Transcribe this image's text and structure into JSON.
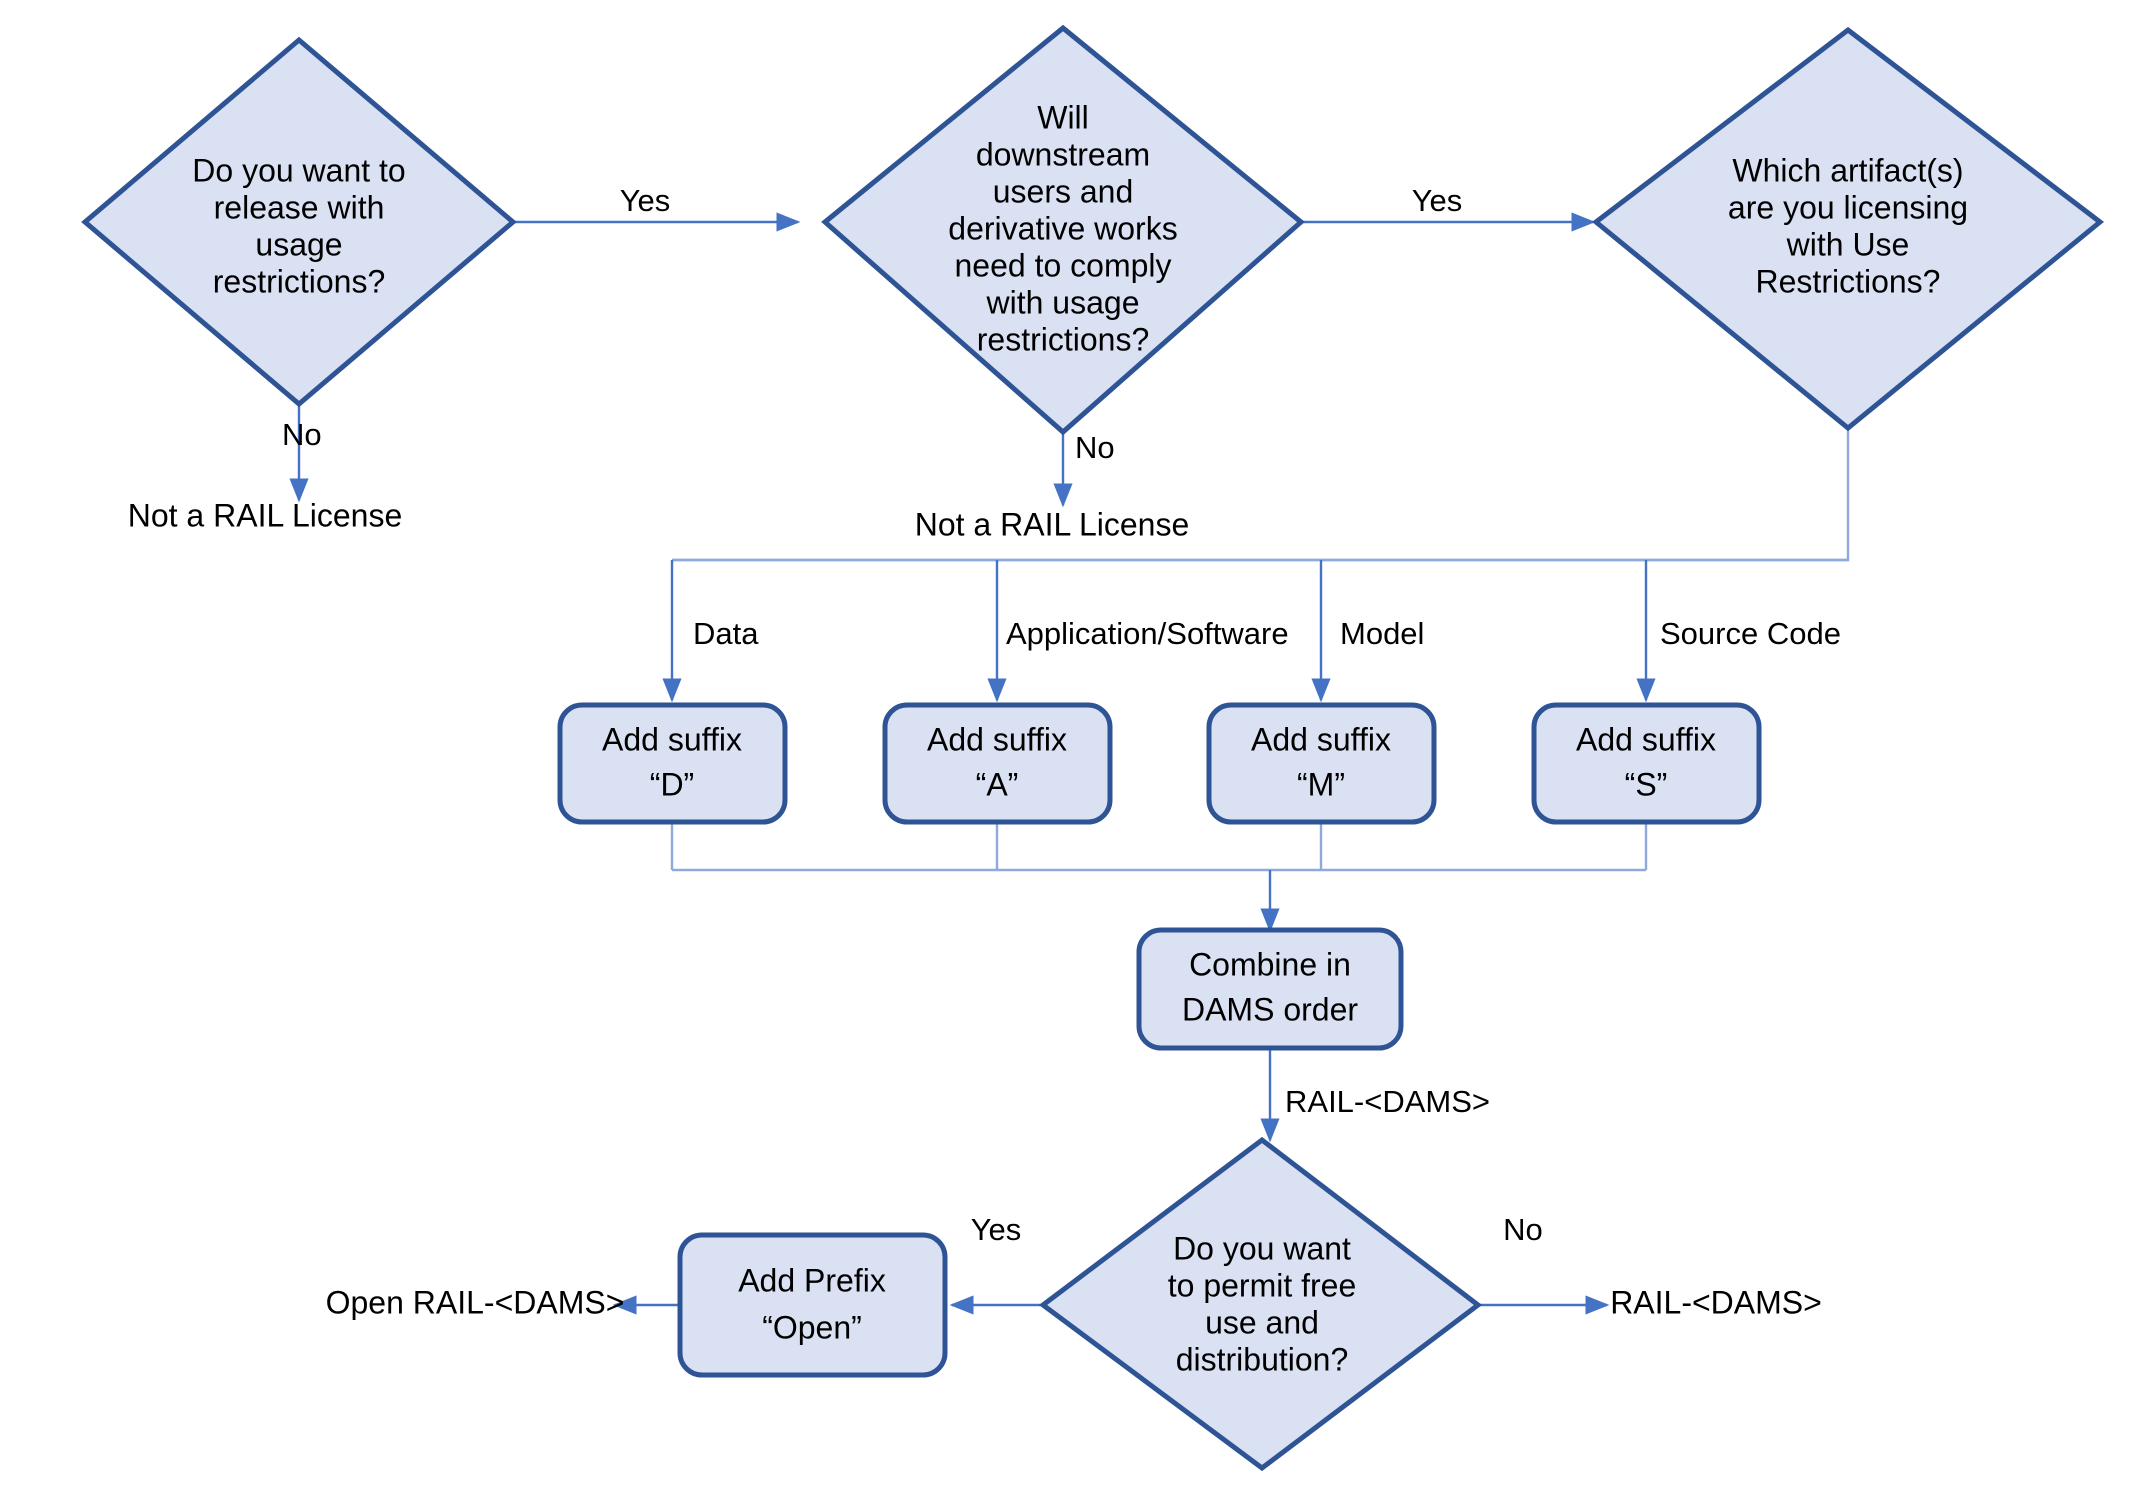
{
  "diagram": {
    "title": "RAIL License Naming Decision Flowchart",
    "colors": {
      "shape_fill": "#d9e1f2",
      "shape_border": "#2f5496",
      "connector": "#4472c4",
      "connector_light": "#8fa9dc",
      "text": "#000000",
      "background": "#ffffff"
    },
    "decisions": {
      "release_restrictions": {
        "line1": "Do you want to",
        "line2": "release with",
        "line3": "usage",
        "line4": "restrictions?"
      },
      "downstream_comply": {
        "line1": "Will",
        "line2": "downstream",
        "line3": "users and",
        "line4": "derivative works",
        "line5": "need to comply",
        "line6": "with usage",
        "line7": "restrictions?"
      },
      "which_artifacts": {
        "line1": "Which artifact(s)",
        "line2": "are you licensing",
        "line3": "with Use",
        "line4": "Restrictions?"
      },
      "permit_free_use": {
        "line1": "Do you want",
        "line2": "to permit free",
        "line3": "use and",
        "line4": "distribution?"
      }
    },
    "processes": {
      "suffix_d": {
        "line1": "Add suffix",
        "line2": "“D”"
      },
      "suffix_a": {
        "line1": "Add suffix",
        "line2": "“A”"
      },
      "suffix_m": {
        "line1": "Add suffix",
        "line2": "“M”"
      },
      "suffix_s": {
        "line1": "Add suffix",
        "line2": "“S”"
      },
      "combine": {
        "line1": "Combine in",
        "line2": "DAMS order"
      },
      "add_prefix_open": {
        "line1": "Add Prefix",
        "line2": "“Open”"
      }
    },
    "terminals": {
      "not_rail_left": "Not a RAIL License",
      "not_rail_middle": "Not a RAIL License",
      "open_rail_dams": "Open RAIL-<DAMS>",
      "rail_dams_out": "RAIL-<DAMS>"
    },
    "edge_labels": {
      "yes_1": "Yes",
      "no_1": "No",
      "yes_2": "Yes",
      "no_2": "No",
      "artifact_data": "Data",
      "artifact_app": "Application/Software",
      "artifact_model": "Model",
      "artifact_source": "Source Code",
      "rail_dams": "RAIL-<DAMS>",
      "yes_3": "Yes",
      "no_3": "No"
    }
  }
}
